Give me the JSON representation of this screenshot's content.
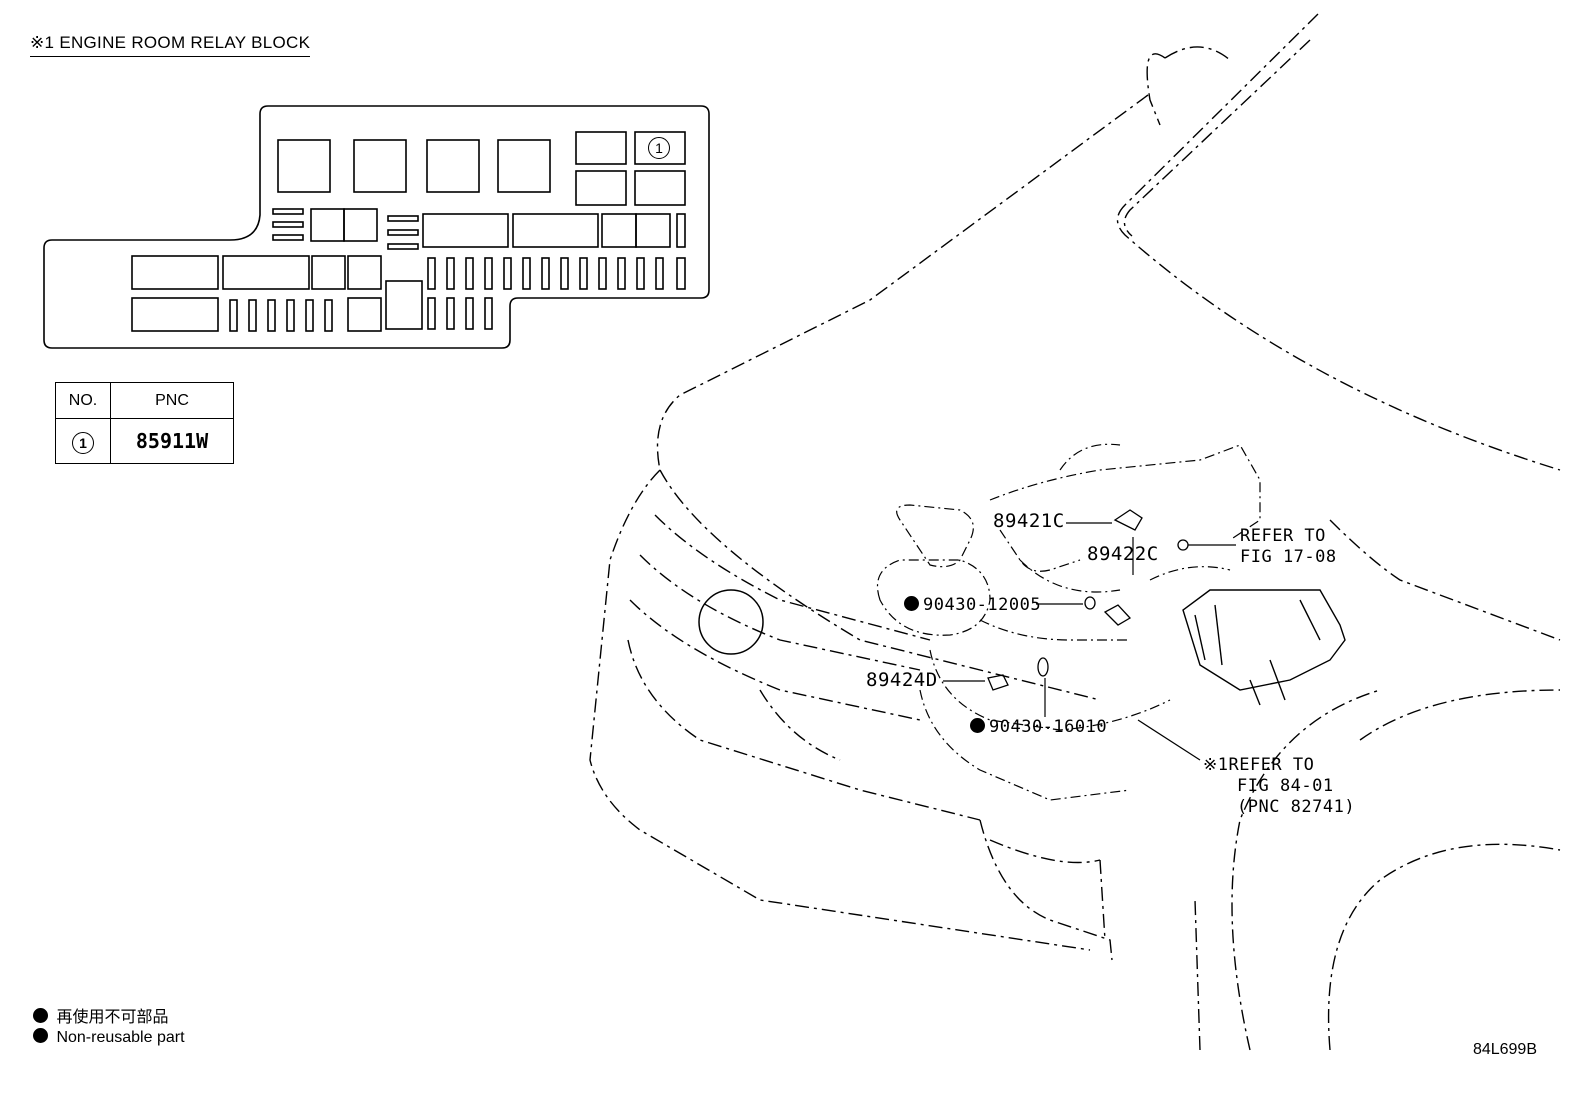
{
  "header": {
    "title": "※1 ENGINE ROOM RELAY BLOCK"
  },
  "relay_block": {
    "callout": "1"
  },
  "pnc_table": {
    "col_no": "NO.",
    "col_pnc": "PNC",
    "rows": [
      {
        "no": "1",
        "pnc": "85911W"
      }
    ]
  },
  "callouts": {
    "p1": "89421C",
    "p2": "89422C",
    "p3": "90430-12005",
    "p4": "89424D",
    "p5": "90430-16010",
    "refer1_line1": "REFER TO",
    "refer1_line2": "FIG 17-08",
    "refer2_mark": "※1",
    "refer2_line1": "REFER TO",
    "refer2_line2": "FIG 84-01",
    "refer2_line3": "(PNC 82741)"
  },
  "legend": {
    "jp": "再使用不可部品",
    "en": "Non-reusable part"
  },
  "figure_id": "84L699B"
}
